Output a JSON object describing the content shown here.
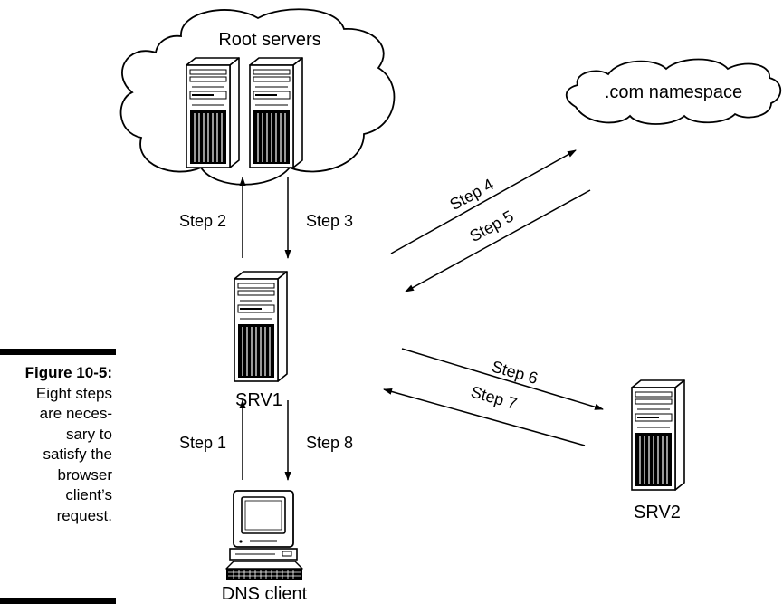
{
  "caption": {
    "label": "Figure 10-5:",
    "lines": [
      "Eight steps",
      "are neces-",
      "sary to",
      "satisfy the",
      "browser",
      "client’s",
      "request."
    ]
  },
  "nodes": {
    "root_cloud": "Root servers",
    "com_cloud": ".com namespace",
    "srv1": "SRV1",
    "srv2": "SRV2",
    "client": "DNS client"
  },
  "steps": {
    "step1": "Step 1",
    "step2": "Step 2",
    "step3": "Step 3",
    "step4": "Step 4",
    "step5": "Step 5",
    "step6": "Step 6",
    "step7": "Step 7",
    "step8": "Step 8"
  }
}
